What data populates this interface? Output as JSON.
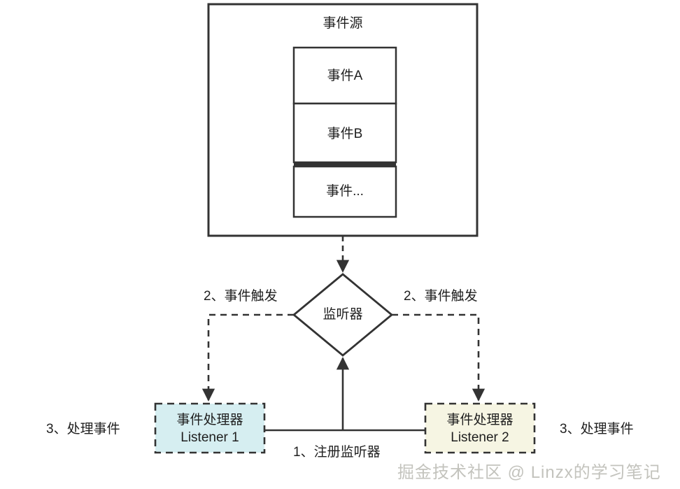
{
  "diagram": {
    "title_node": "事件源",
    "event_source": {
      "label": "事件源",
      "events": [
        {
          "label": "事件A"
        },
        {
          "label": "事件B"
        },
        {
          "label": "事件..."
        }
      ]
    },
    "listener_node": {
      "label": "监听器"
    },
    "handlers": [
      {
        "line1": "事件处理器",
        "line2": "Listener 1",
        "fill": "#d6eef1"
      },
      {
        "line1": "事件处理器",
        "line2": "Listener 2",
        "fill": "#f6f5e3"
      }
    ],
    "edge_labels": {
      "register": "1、注册监听器",
      "trigger_left": "2、事件触发",
      "trigger_right": "2、事件触发",
      "handle_left": "3、处理事件",
      "handle_right": "3、处理事件"
    },
    "watermark": "掘金技术社区 @ Linzx的学习笔记",
    "colors": {
      "stroke": "#333333",
      "text": "#1f1f1f",
      "background": "#ffffff",
      "watermark": "#b9b9b2"
    }
  }
}
